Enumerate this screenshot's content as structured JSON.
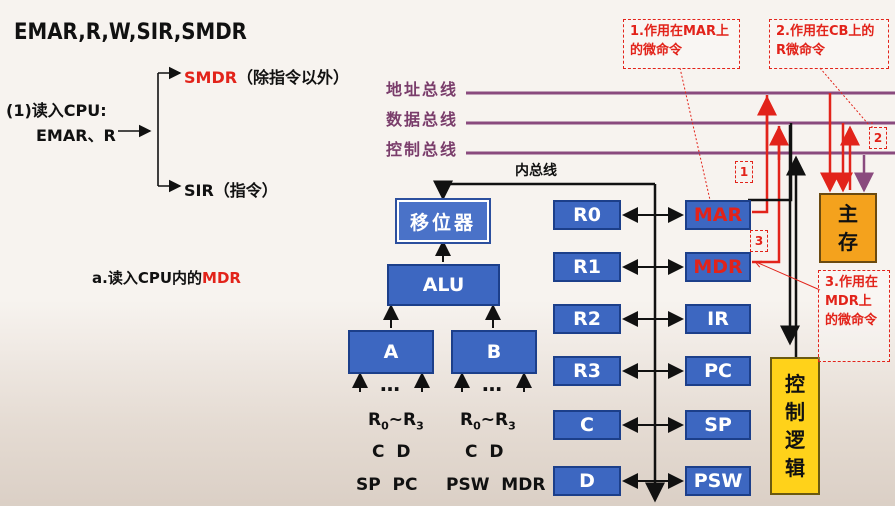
{
  "title": "EMAR,R,W,SIR,SMDR",
  "steps": {
    "read_cpu": "(1)读入CPU:",
    "emar_r": "EMAR、R",
    "smdr_name": "SMDR",
    "smdr_note": "（除指令以外）",
    "sir": "SIR（指令）",
    "sub_a_prefix": "a.读入CPU内的",
    "sub_a_reg": "MDR"
  },
  "buses": {
    "address": "地址总线",
    "data": "数据总线",
    "control": "控制总线",
    "internal": "内总线"
  },
  "annotations": {
    "n1": "1.作用在MAR上的微命令",
    "n2": "2.作用在CB上的R微命令",
    "n3": "3.作用在MDR上的微命令",
    "tag1": "1",
    "tag2": "2",
    "tag3": "3"
  },
  "alu_side": {
    "shifter": "移位器",
    "alu": "ALU",
    "a": "A",
    "b": "B",
    "dots": "…",
    "a_inputs": {
      "r": "R",
      "r0": "0",
      "tilde": "~",
      "r3": "3",
      "line2": "C  D",
      "line3": "SP  PC"
    },
    "b_inputs": {
      "r": "R",
      "r0": "0",
      "tilde": "~",
      "r3": "3",
      "line2": "C  D",
      "line3": "PSW  MDR"
    }
  },
  "registers_left": [
    "R0",
    "R1",
    "R2",
    "R3",
    "C",
    "D"
  ],
  "registers_right": [
    "MAR",
    "MDR",
    "IR",
    "PC",
    "SP",
    "PSW"
  ],
  "highlight_registers": [
    "MAR",
    "MDR"
  ],
  "main_memory": [
    "主",
    "存"
  ],
  "control_logic": [
    "控",
    "制",
    "逻",
    "辑"
  ],
  "colors": {
    "accent_red": "#e2231a",
    "block_blue": "#3d67c1",
    "memory_orange": "#f4a21d",
    "control_yellow": "#ffd21a",
    "bus_purple": "#8a4a7e"
  }
}
